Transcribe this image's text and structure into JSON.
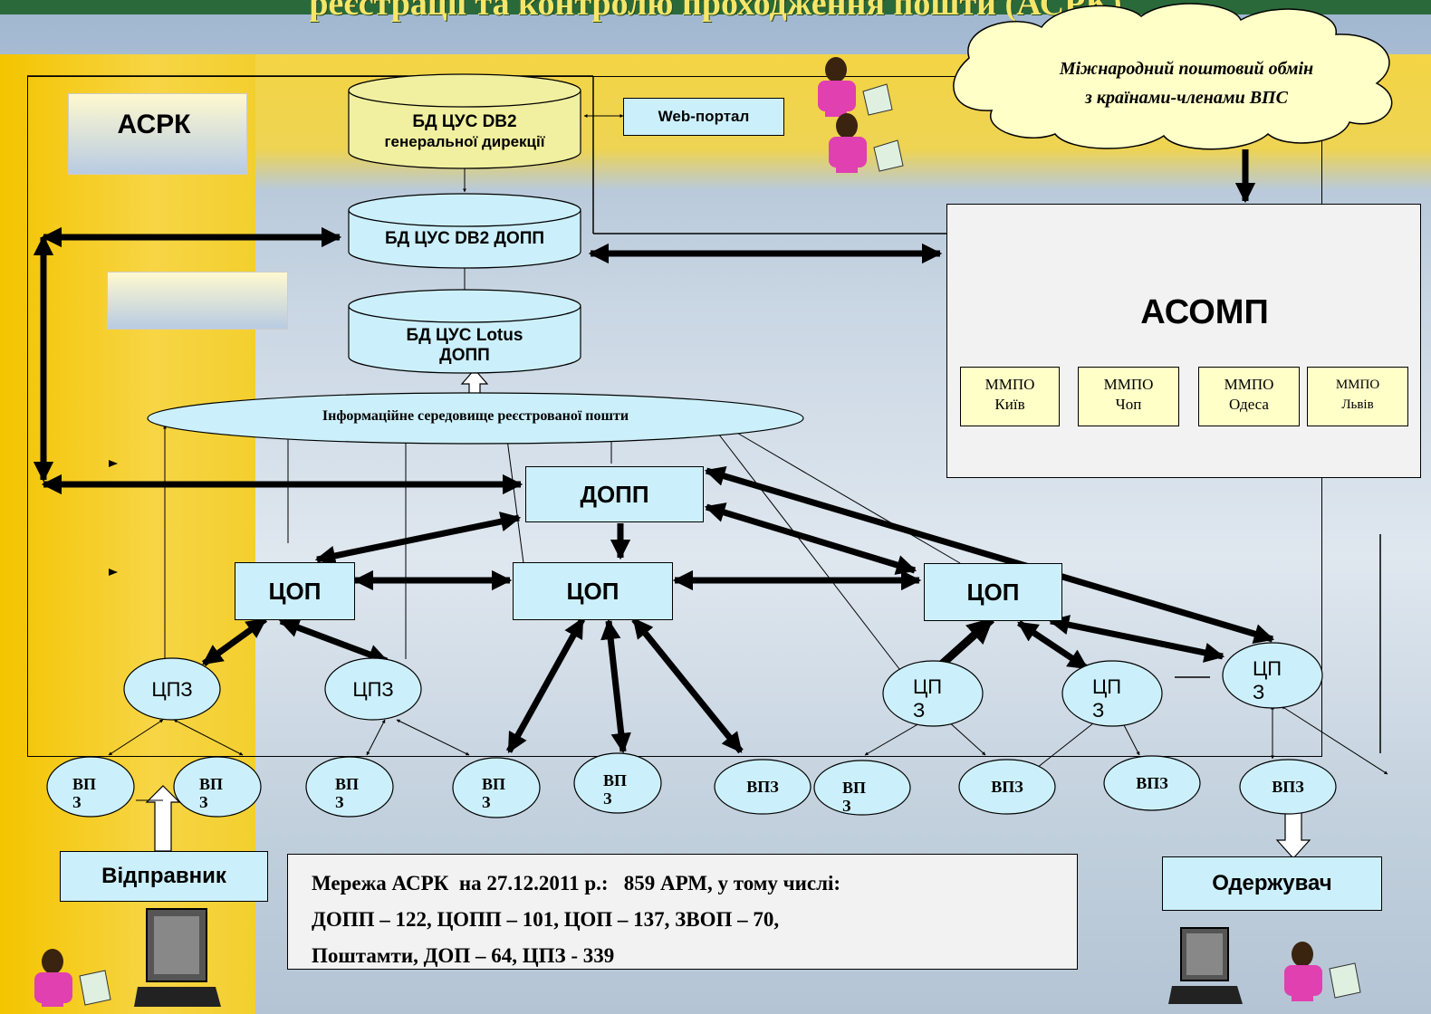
{
  "title": "реєстрації та контролю проходження пошти (АСРК)",
  "system_label": "АСРК",
  "databases": {
    "db_general": [
      "БД ЦУС DB2",
      "генеральної дирекції"
    ],
    "db_dopp": [
      "БД ЦУС DB2 ДОПП"
    ],
    "db_lotus": [
      "БД ЦУС Lotus",
      "ДОПП"
    ]
  },
  "web_portal": "Web-портал",
  "info_env": "Інформаційне середовище реєстрованої пошти",
  "cloud": [
    "Міжнародний поштовий обмін",
    "з країнами-членами ВПС"
  ],
  "asomp": {
    "label": "АСОМП",
    "offices": [
      {
        "line1": "ММПО",
        "line2": "Київ"
      },
      {
        "line1": "ММПО",
        "line2": "Чоп"
      },
      {
        "line1": "ММПО",
        "line2": "Одеса"
      },
      {
        "line1": "ММПО",
        "line2": "Львів"
      }
    ]
  },
  "nodes": {
    "dopp": "ДОПП",
    "cop_left": "ЦОП",
    "cop_center": "ЦОП",
    "cop_right": "ЦОП"
  },
  "cpz": [
    "ЦПЗ",
    "ЦПЗ",
    "ЦП З",
    "ЦП З",
    "ЦП З"
  ],
  "vpz": [
    "ВП З",
    "ВП З",
    "ВП З",
    "ВП З",
    "ВП З",
    "ВПЗ",
    "ВП З",
    "ВПЗ",
    "ВПЗ",
    "ВПЗ"
  ],
  "sender": "Відправник",
  "receiver": "Одержувач",
  "stats": [
    "Мережа АСРК  на 27.12.2011 р.:   859 АРМ, у тому числі:",
    "ДОПП – 122, ЦОПП – 101, ЦОП – 137, ЗВОП – 70,",
    "Поштамти, ДОП – 64, ЦПЗ - 339"
  ],
  "colors": {
    "node_fill": "#ccf0fb",
    "db_general_fill": "#f1f0a0",
    "mmpo_fill": "#ffffc8",
    "band_yellow": "#f4c400"
  },
  "icons": [
    "person-phone-icon",
    "computer-icon"
  ]
}
